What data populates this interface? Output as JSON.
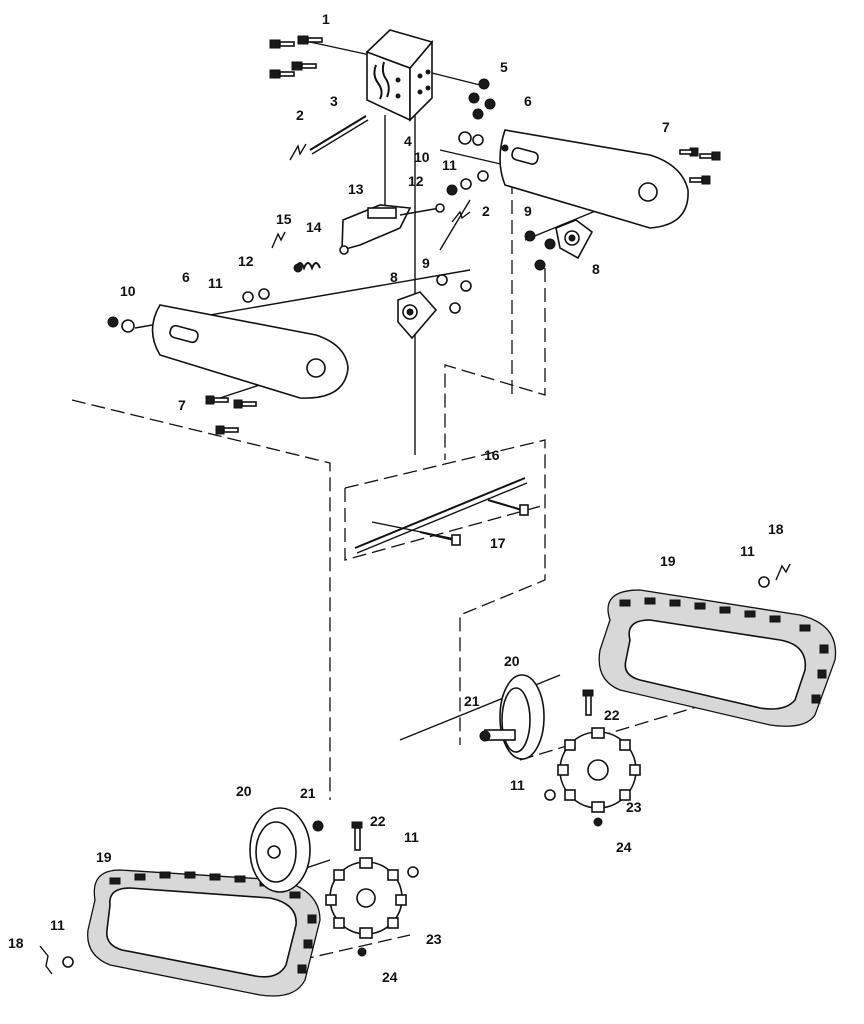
{
  "callouts": [
    {
      "id": "c1",
      "text": "1"
    },
    {
      "id": "c2a",
      "text": "2"
    },
    {
      "id": "c2b",
      "text": "2"
    },
    {
      "id": "c3",
      "text": "3"
    },
    {
      "id": "c4",
      "text": "4"
    },
    {
      "id": "c5",
      "text": "5"
    },
    {
      "id": "c6a",
      "text": "6"
    },
    {
      "id": "c6b",
      "text": "6"
    },
    {
      "id": "c7a",
      "text": "7"
    },
    {
      "id": "c7b",
      "text": "7"
    },
    {
      "id": "c8a",
      "text": "8"
    },
    {
      "id": "c8b",
      "text": "8"
    },
    {
      "id": "c9a",
      "text": "9"
    },
    {
      "id": "c9b",
      "text": "9"
    },
    {
      "id": "c10a",
      "text": "10"
    },
    {
      "id": "c10b",
      "text": "10"
    },
    {
      "id": "c11a",
      "text": "11"
    },
    {
      "id": "c11b",
      "text": "11"
    },
    {
      "id": "c11c",
      "text": "11"
    },
    {
      "id": "c11d",
      "text": "11"
    },
    {
      "id": "c11e",
      "text": "11"
    },
    {
      "id": "c11f",
      "text": "11"
    },
    {
      "id": "c12a",
      "text": "12"
    },
    {
      "id": "c12b",
      "text": "12"
    },
    {
      "id": "c13",
      "text": "13"
    },
    {
      "id": "c14",
      "text": "14"
    },
    {
      "id": "c15",
      "text": "15"
    },
    {
      "id": "c16",
      "text": "16"
    },
    {
      "id": "c17",
      "text": "17"
    },
    {
      "id": "c18a",
      "text": "18"
    },
    {
      "id": "c18b",
      "text": "18"
    },
    {
      "id": "c19a",
      "text": "19"
    },
    {
      "id": "c19b",
      "text": "19"
    },
    {
      "id": "c20a",
      "text": "20"
    },
    {
      "id": "c20b",
      "text": "20"
    },
    {
      "id": "c21a",
      "text": "21"
    },
    {
      "id": "c21b",
      "text": "21"
    },
    {
      "id": "c22a",
      "text": "22"
    },
    {
      "id": "c22b",
      "text": "22"
    },
    {
      "id": "c23a",
      "text": "23"
    },
    {
      "id": "c23b",
      "text": "23"
    },
    {
      "id": "c24a",
      "text": "24"
    },
    {
      "id": "c24b",
      "text": "24"
    }
  ],
  "colors": {
    "ink": "#111111",
    "paper": "#ffffff"
  }
}
